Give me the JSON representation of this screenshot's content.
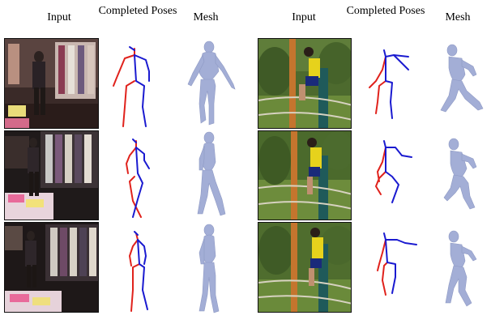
{
  "figure": {
    "headers": [
      {
        "id": "left-input",
        "text": "Input"
      },
      {
        "id": "left-poses",
        "text": "Completed Poses"
      },
      {
        "id": "left-mesh",
        "text": "Mesh"
      },
      {
        "id": "right-input",
        "text": "Input"
      },
      {
        "id": "right-poses",
        "text": "Completed Poses"
      },
      {
        "id": "right-mesh",
        "text": "Mesh"
      }
    ],
    "colors": {
      "left_limb": "#e0221c",
      "right_limb": "#1a1ad0",
      "mesh": "#a3aed6",
      "frame_border": "#111111"
    },
    "icons": [
      "input-video-frame",
      "skeleton-pose",
      "human-mesh"
    ],
    "sequences": [
      {
        "name": "clothing-store-walking",
        "rows": 3
      },
      {
        "name": "outdoor-pole-climbing",
        "rows": 3
      }
    ]
  }
}
